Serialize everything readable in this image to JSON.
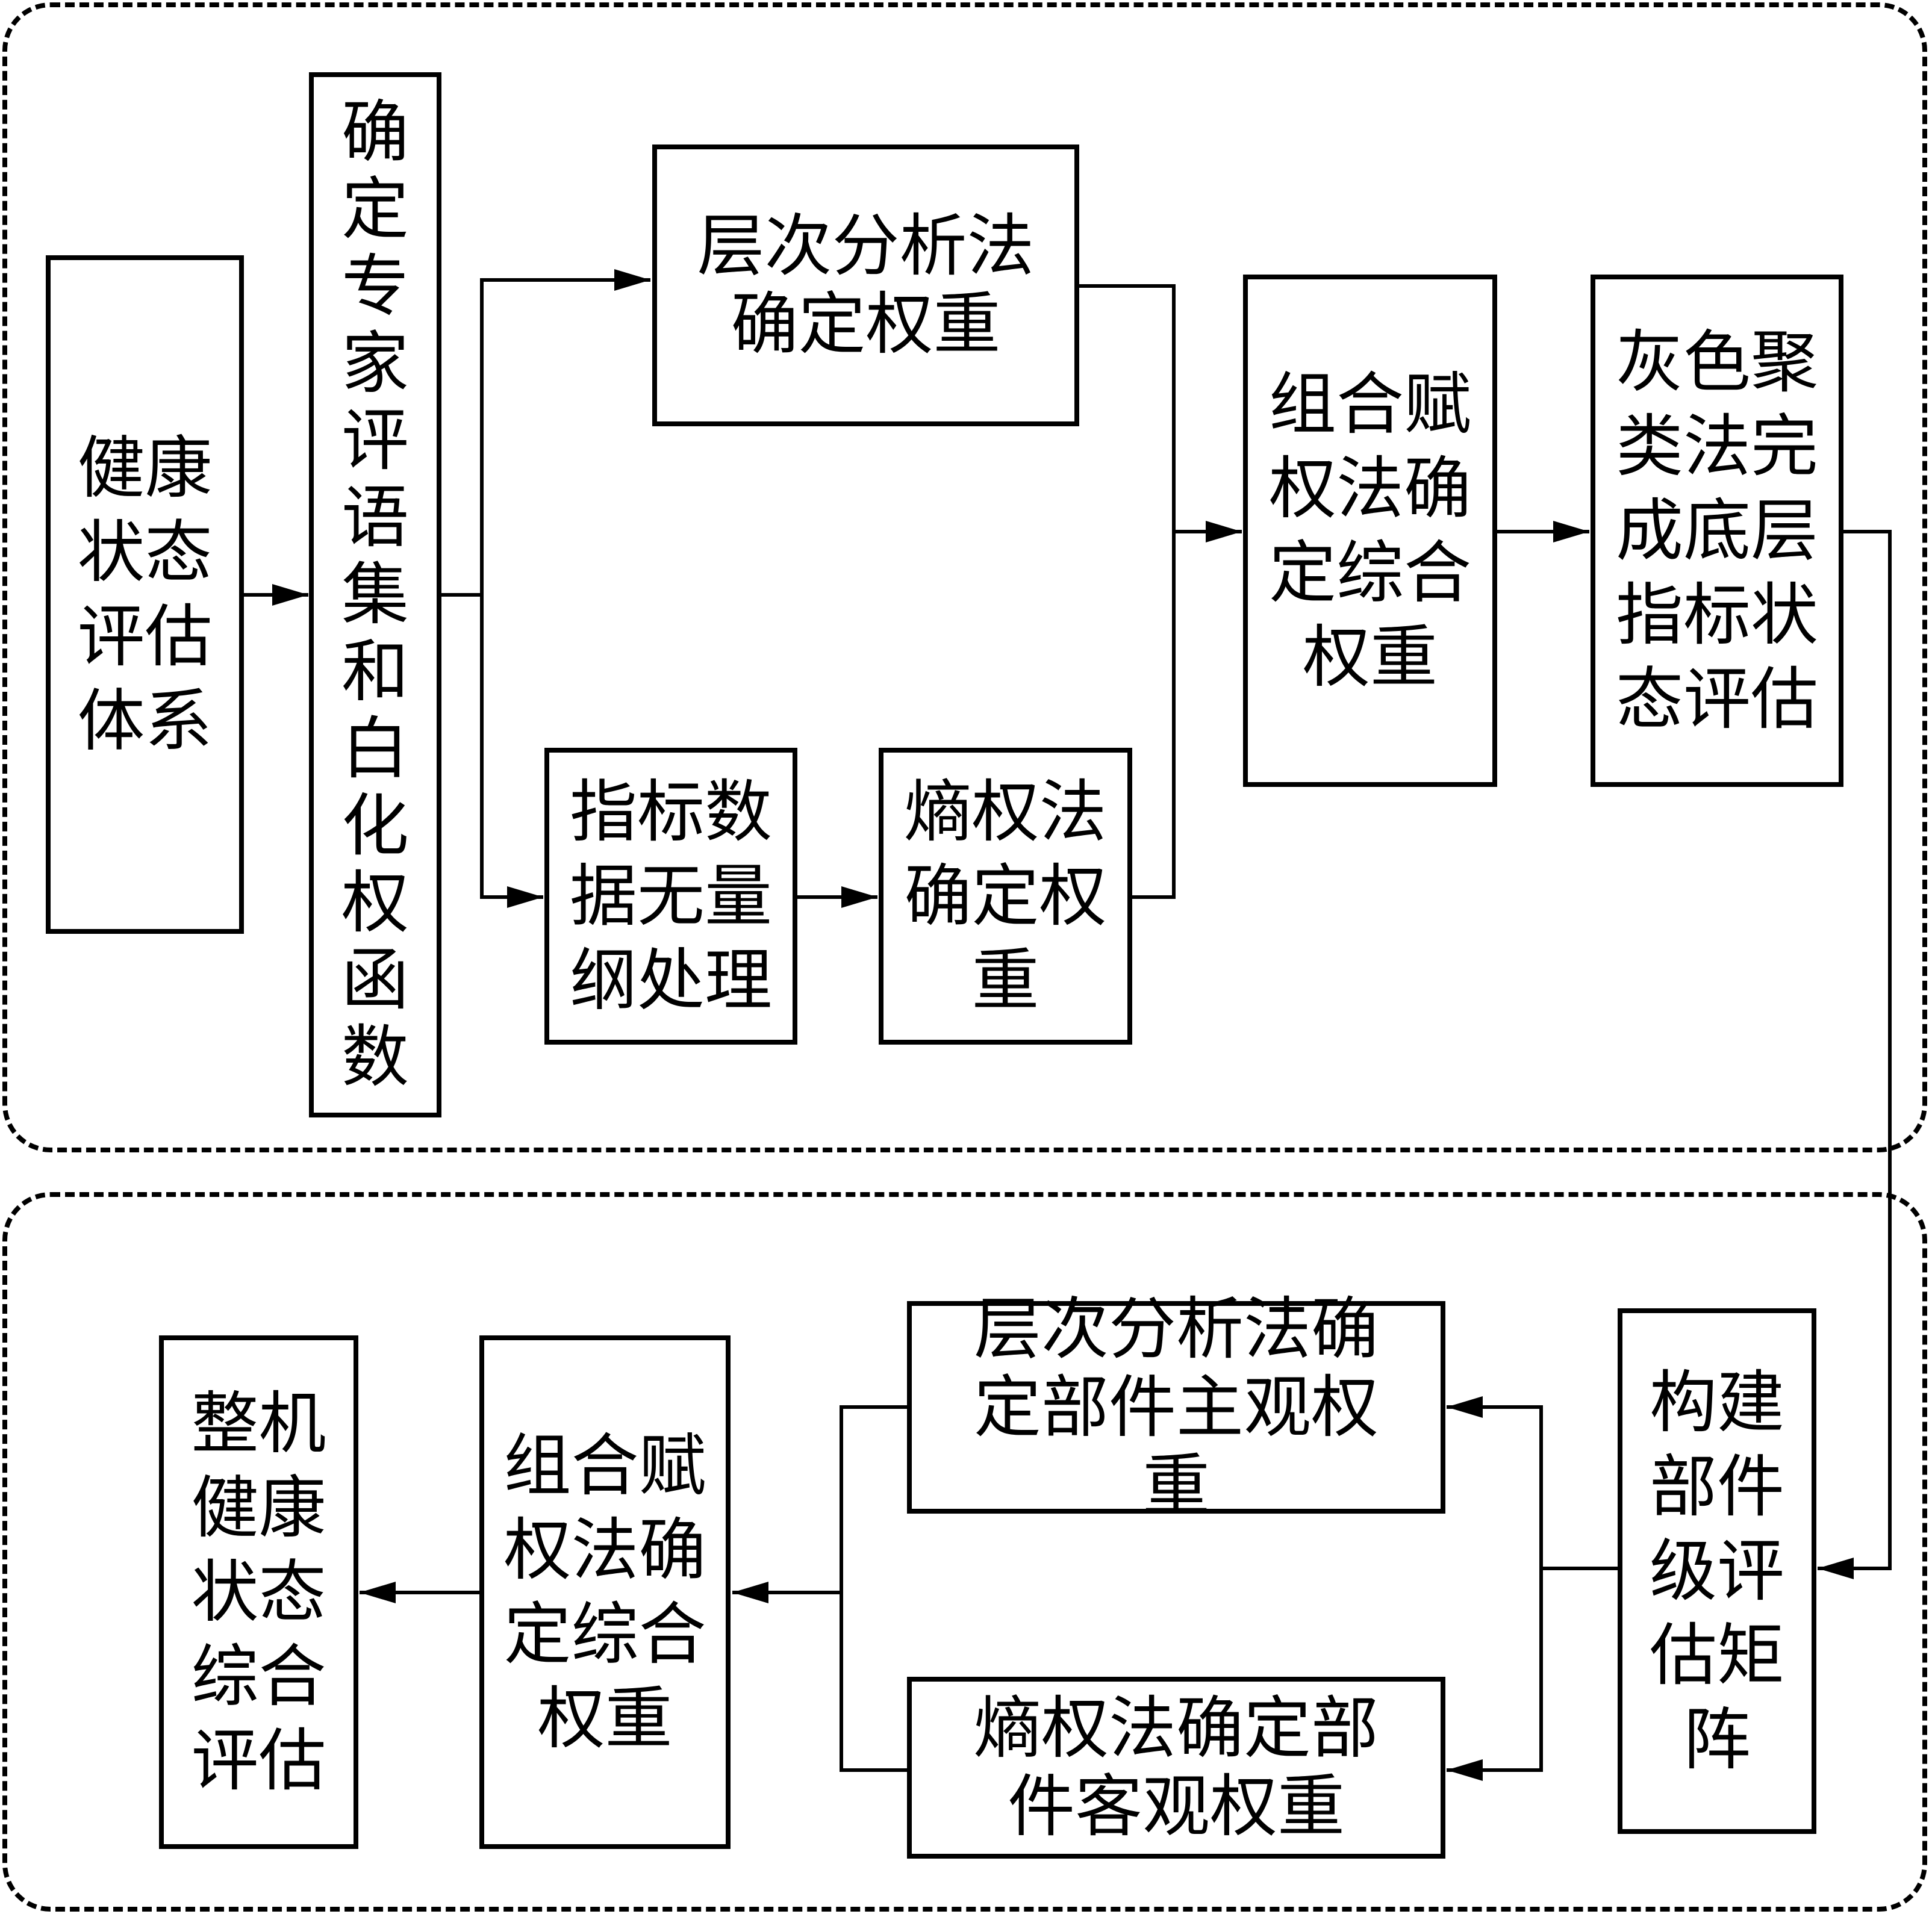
{
  "diagram": {
    "title": "",
    "regions": [
      {
        "id": "stage-indicator-level",
        "label": ""
      },
      {
        "id": "stage-component-level",
        "label": ""
      }
    ],
    "nodes": {
      "health_system": "健康状态评估体系",
      "expert_set": "确定专家评语集和白化权函数",
      "ahp_weight": "层次分析法确定权重",
      "normalize": "指标数据无量纲处理",
      "entropy_weight": "熵权法确定权重",
      "combined_weight_top": "组合赋权法确定综合权重",
      "grey_cluster": "灰色聚类法完成底层指标状态评估",
      "component_matrix": "构建部件级评估矩阵",
      "ahp_component": "层次分析法确定部件主观权重",
      "entropy_component": "熵权法确定部件客观权重",
      "combined_weight_bottom": "组合赋权法确定综合权重",
      "overall_eval": "整机健康状态综合评估"
    },
    "edges": [
      {
        "from": "health_system",
        "to": "expert_set"
      },
      {
        "from": "expert_set",
        "to": "ahp_weight"
      },
      {
        "from": "expert_set",
        "to": "normalize"
      },
      {
        "from": "normalize",
        "to": "entropy_weight"
      },
      {
        "from": "ahp_weight",
        "to": "combined_weight_top"
      },
      {
        "from": "entropy_weight",
        "to": "combined_weight_top"
      },
      {
        "from": "combined_weight_top",
        "to": "grey_cluster"
      },
      {
        "from": "grey_cluster",
        "to": "component_matrix"
      },
      {
        "from": "component_matrix",
        "to": "ahp_component"
      },
      {
        "from": "component_matrix",
        "to": "entropy_component"
      },
      {
        "from": "ahp_component",
        "to": "combined_weight_bottom"
      },
      {
        "from": "entropy_component",
        "to": "combined_weight_bottom"
      },
      {
        "from": "combined_weight_bottom",
        "to": "overall_eval"
      }
    ],
    "colors": {
      "stroke": "#000000",
      "background": "#ffffff",
      "text": "#000000"
    }
  }
}
